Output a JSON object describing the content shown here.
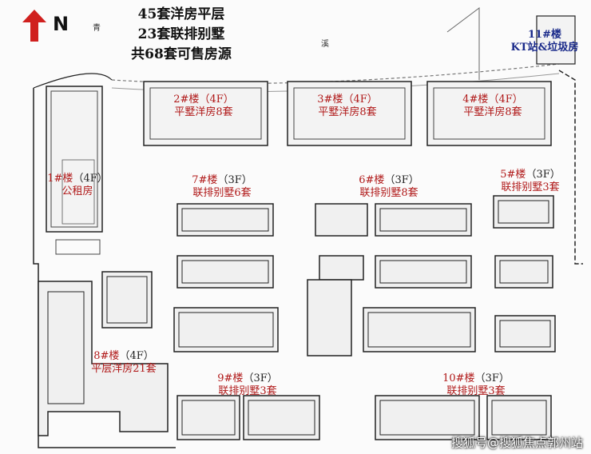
{
  "header": {
    "line1": "45套洋房平层",
    "line2": "23套联排别墅",
    "line3": "共68套可售房源"
  },
  "compass": {
    "letter": "N",
    "color": "#d0201e"
  },
  "streets": {
    "top_a": "青",
    "top_b": "溪"
  },
  "buildings": {
    "b2": {
      "name": "2#楼",
      "floors": "（4F）",
      "desc": "平墅洋房8套"
    },
    "b3": {
      "name": "3#楼",
      "floors": "（4F）",
      "desc": "平墅洋房8套"
    },
    "b4": {
      "name": "4#楼",
      "floors": "（4F）",
      "desc": "平墅洋房8套"
    },
    "b11": {
      "name": "11#楼",
      "desc": "KT站&垃圾房"
    },
    "b1": {
      "name": "1#楼",
      "floors": "（4F）",
      "desc": "公租房"
    },
    "b7": {
      "name": "7#楼",
      "floors": "（3F）",
      "desc": "联排别墅6套"
    },
    "b6": {
      "name": "6#楼",
      "floors": "（3F）",
      "desc": "联排别墅8套"
    },
    "b5": {
      "name": "5#楼",
      "floors": "（3F）",
      "desc": "联排别墅3套"
    },
    "b8": {
      "name": "8#楼",
      "floors": "（4F）",
      "desc": "平层洋房21套"
    },
    "b9": {
      "name": "9#楼",
      "floors": "（3F）",
      "desc": "联排别墅3套"
    },
    "b10": {
      "name": "10#楼",
      "floors": "（3F）",
      "desc": "联排别墅3套"
    }
  },
  "watermark": "搜狐号@搜狐焦点郭州站",
  "colors": {
    "label_red": "#b01818",
    "line": "#222222",
    "road": "#777777"
  }
}
